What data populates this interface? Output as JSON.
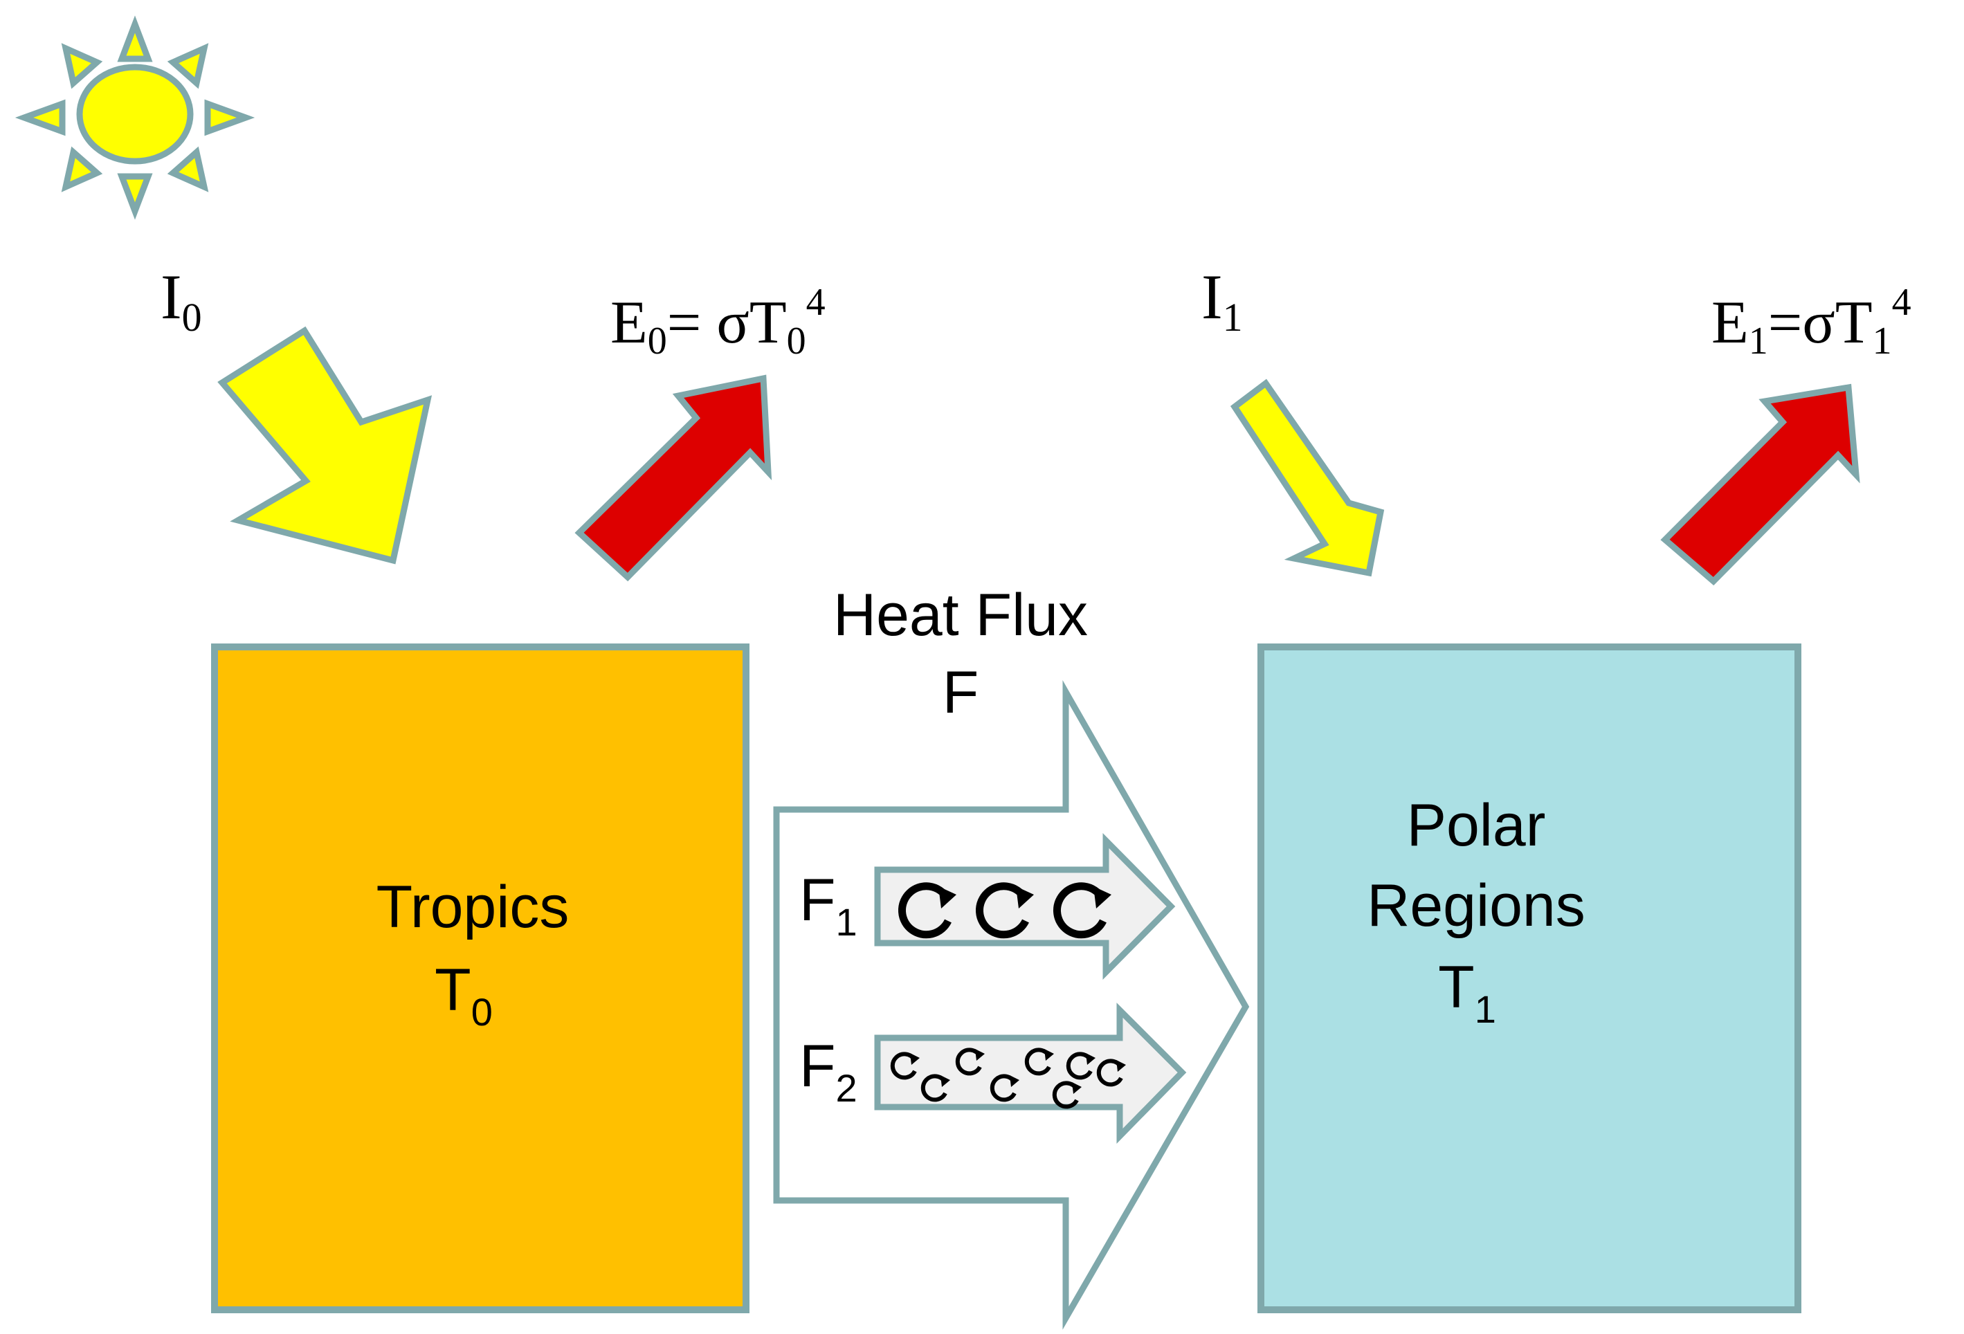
{
  "labels": {
    "i0": {
      "main": "I",
      "sub": "0"
    },
    "e0": {
      "main": "E",
      "sub": "0",
      "eq": "= σT",
      "sub2": "0",
      "sup": "4"
    },
    "i1": {
      "main": "I",
      "sub": "1"
    },
    "e1": {
      "main": "E",
      "sub": "1",
      "eq": "=σT",
      "sub2": "1",
      "sup": "4"
    },
    "heat_flux": {
      "line1": "Heat Flux",
      "line2": "F"
    },
    "f1": {
      "main": "F",
      "sub": "1"
    },
    "f2": {
      "main": "F",
      "sub": "2"
    },
    "tropics": {
      "name": "Tropics",
      "temp": "T",
      "temp_sub": "0"
    },
    "polar": {
      "line1": "Polar",
      "line2": "Regions",
      "temp": "T",
      "temp_sub": "1"
    }
  },
  "colors": {
    "outline": "#7fa8ab",
    "sun_fill": "#ffff00",
    "incoming_arrow": "#ffff00",
    "outgoing_arrow": "#dd0000",
    "tropics_fill": "#ffc000",
    "polar_fill": "#abe0e4",
    "flux_arrow_fill": "#ffffff",
    "eddy_arrow_fill": "#f0f0f0"
  },
  "icons": [
    "sun-icon",
    "eddy-swirl-icon"
  ]
}
